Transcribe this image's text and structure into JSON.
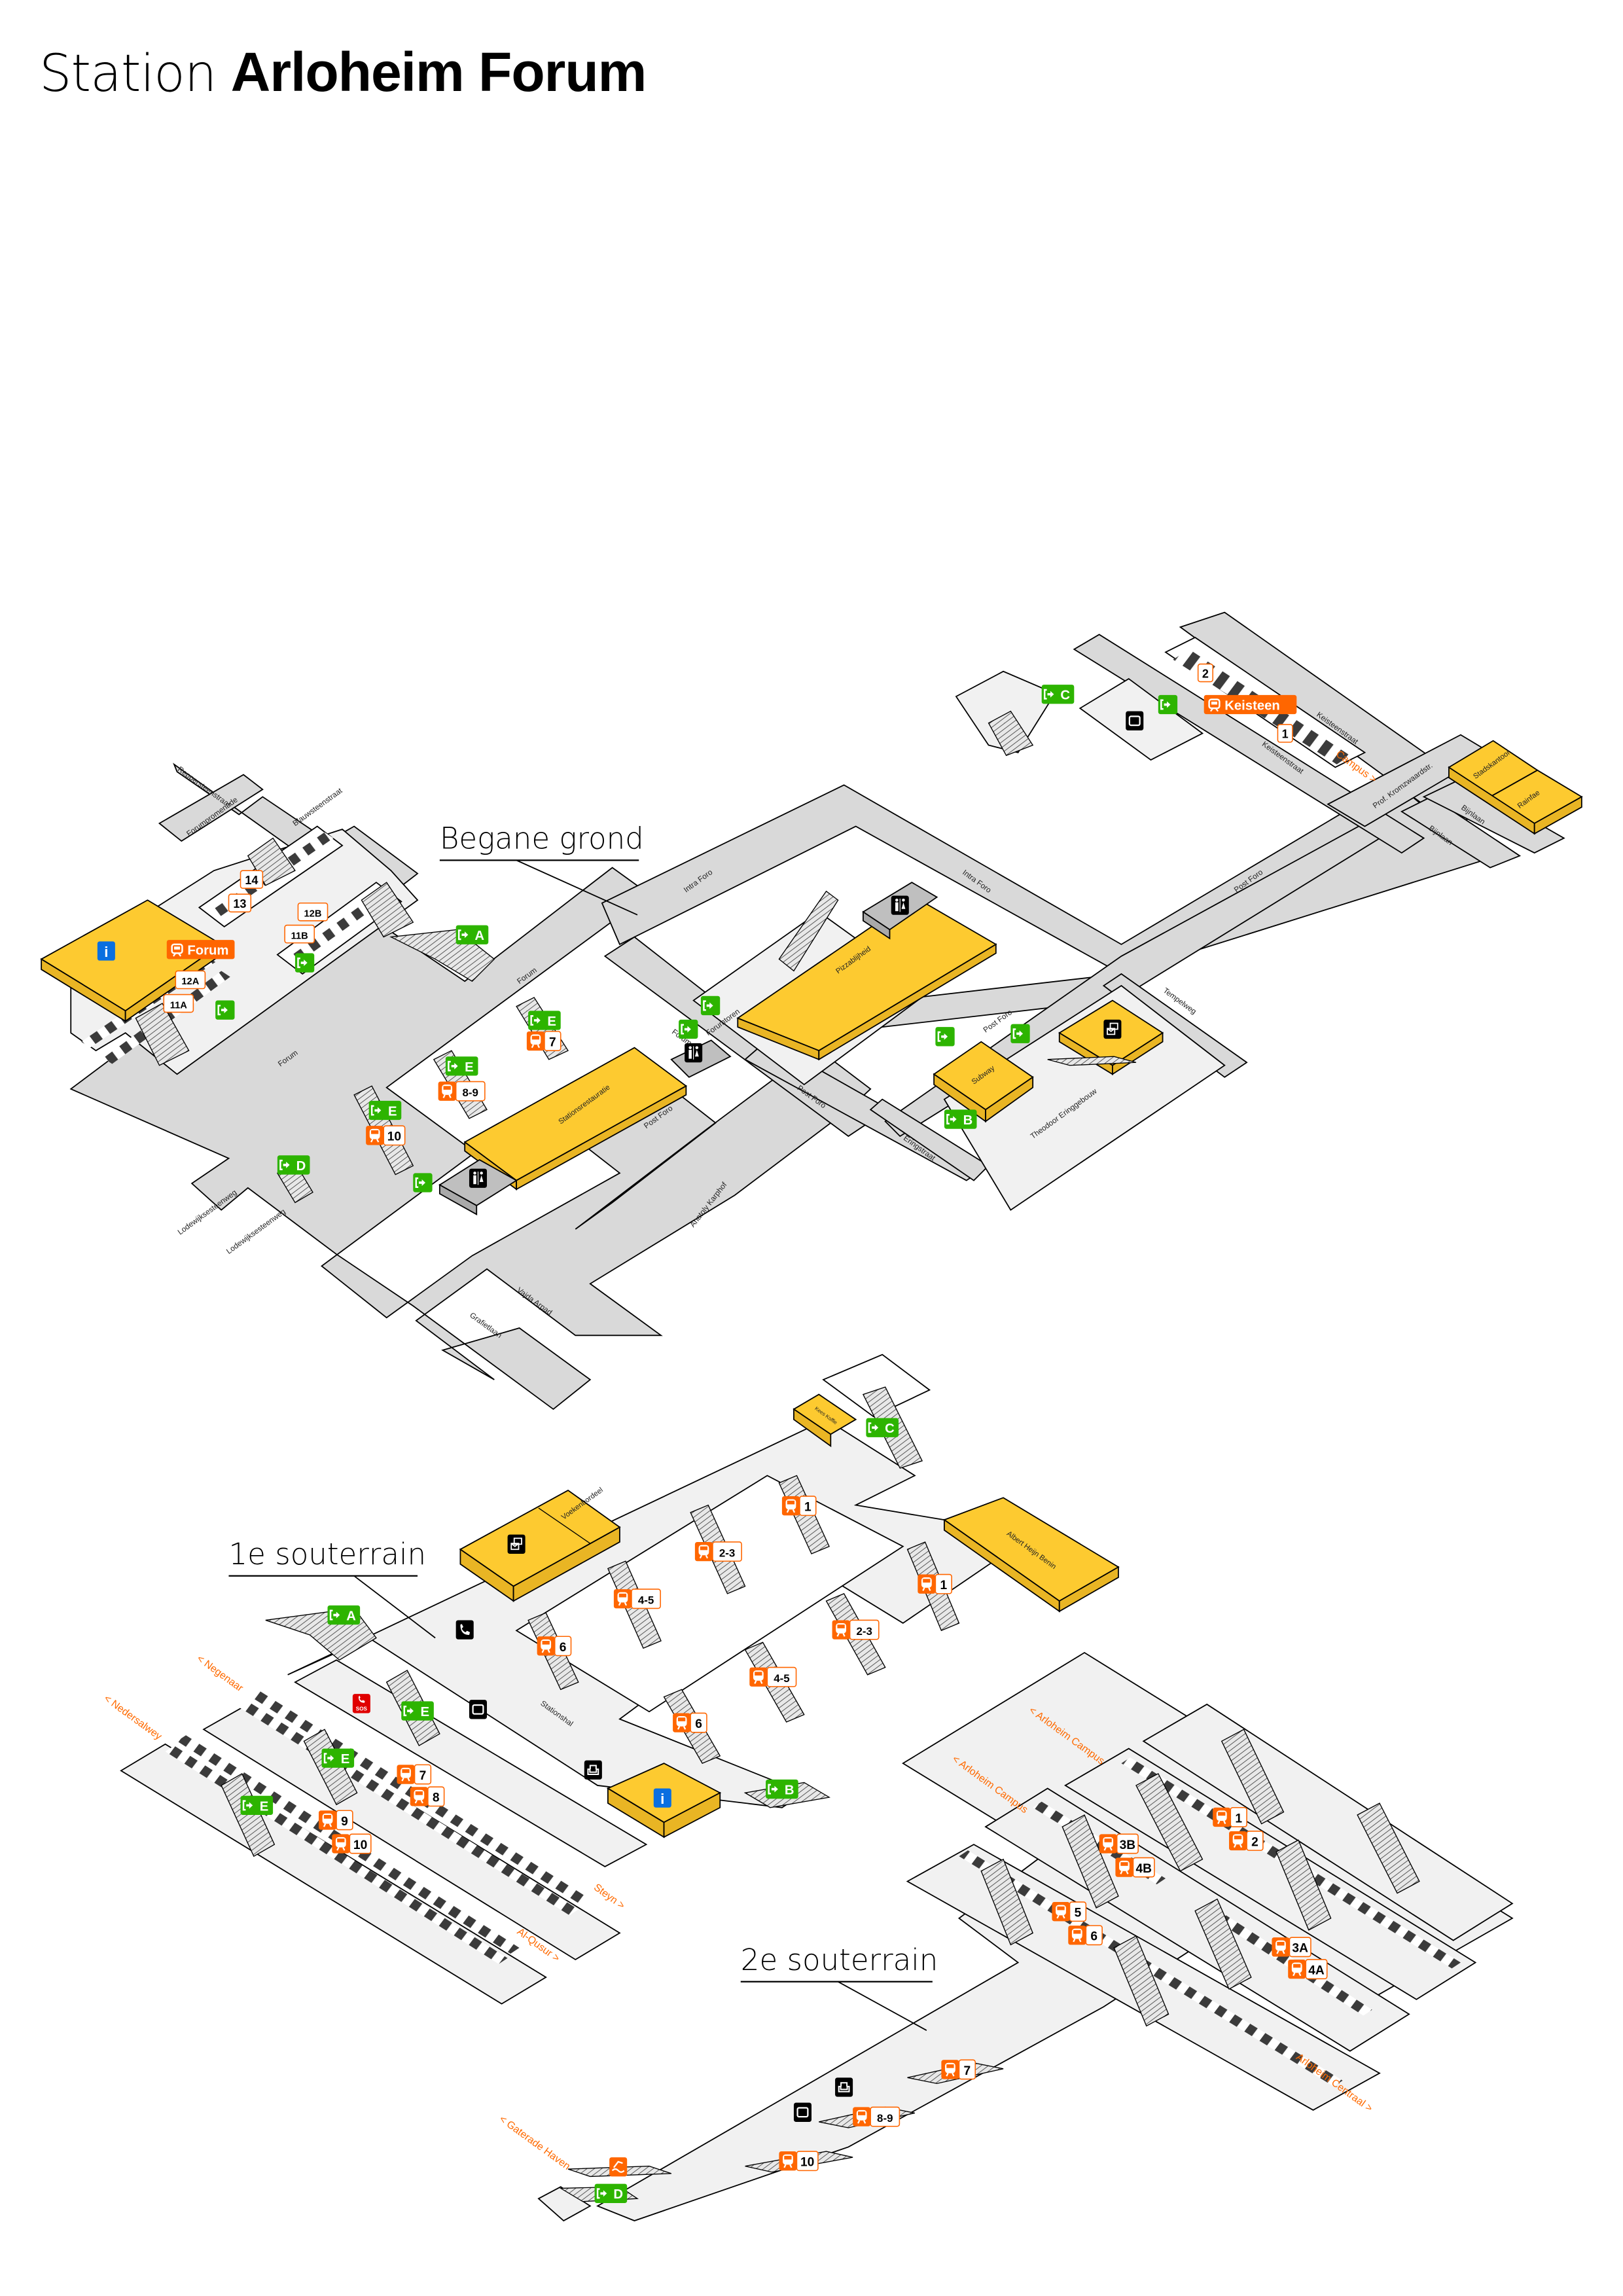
{
  "title": {
    "prefix": "Station",
    "name": "Arloheim Forum"
  },
  "colors": {
    "exit": "#2db400",
    "transit": "#ff6600",
    "info": "#0a6fe0",
    "shop": "#fdca30",
    "facility": "#000000",
    "sos": "#e00000",
    "floor": "#d9d9d9",
    "concourse": "#f1f1f1"
  },
  "levels": {
    "ground": {
      "label": "Begane grond",
      "stops": [
        {
          "name": "Forum",
          "icon": "tram-icon"
        },
        {
          "name": "Keisteen",
          "icon": "tram-icon"
        }
      ],
      "platforms": [
        "14",
        "13",
        "12B",
        "11B",
        "12A",
        "11A",
        "2",
        "1"
      ],
      "bus_bays": [
        "7",
        "8-9",
        "10"
      ],
      "exits": [
        "A",
        "B",
        "C",
        "D",
        "E",
        "E",
        "E"
      ],
      "streets": [
        "Reppersteenstraat",
        "Forumpromenade",
        "Blauwsteenstraat",
        "Forum",
        "Forum",
        "Forum",
        "Intra Foro",
        "Intra Foro",
        "Forumtoren",
        "Post Foro",
        "Post Foro",
        "Post Foro",
        "Post Foro",
        "Tempelweg",
        "Eringstraat",
        "Theodoor Eringgebouw",
        "Lodewijksesteenweg",
        "Lodewijksesteenweg",
        "Anatoly Karphof",
        "Vajda Arpad",
        "Grafietlaan",
        "Keisteenstraat",
        "Keisteenstraat",
        "Prof. Kromzwaardstr.",
        "Bijnlaan",
        "Bijnlaan"
      ],
      "shops": [
        "Stationsrestauratie",
        "Pizzablijheid",
        "Subway",
        "Stadskantoor",
        "Rainfae"
      ],
      "direction": "Campus >"
    },
    "first_basement": {
      "label": "1e souterrain",
      "hall": "Stationshal",
      "shops": [
        "Voekenbordeel",
        "Kees Koffie",
        "Albert Heijn Benin"
      ],
      "platform_stairs": [
        "1",
        "2-3",
        "4-5",
        "6",
        "1",
        "2-3",
        "4-5",
        "6"
      ],
      "bus_bays": [
        "7",
        "8",
        "9",
        "10"
      ],
      "exits": [
        "A",
        "B",
        "C",
        "E",
        "E",
        "E"
      ],
      "directions": [
        "< Negenaar",
        "< Nedersalwey",
        "Steyn >",
        "Al-Qusur >"
      ],
      "facilities": [
        "phone-icon",
        "sos-icon",
        "ticket-icon",
        "lounge-icon",
        "info-icon",
        "post-icon"
      ],
      "sos_label": "SOS"
    },
    "second_basement": {
      "label": "2e souterrain",
      "platforms": [
        "1",
        "2",
        "3B",
        "4B",
        "5",
        "6",
        "3A",
        "4A"
      ],
      "bus_bays": [
        "7",
        "8-9",
        "10"
      ],
      "exits": [
        "D"
      ],
      "directions": [
        "< Arloheim Campus",
        "< Arloheim Campus",
        "Arloheim Centraal >",
        "< Gaterade Haven"
      ],
      "facilities": [
        "ticket-icon",
        "lounge-icon",
        "ferry-icon"
      ]
    }
  }
}
